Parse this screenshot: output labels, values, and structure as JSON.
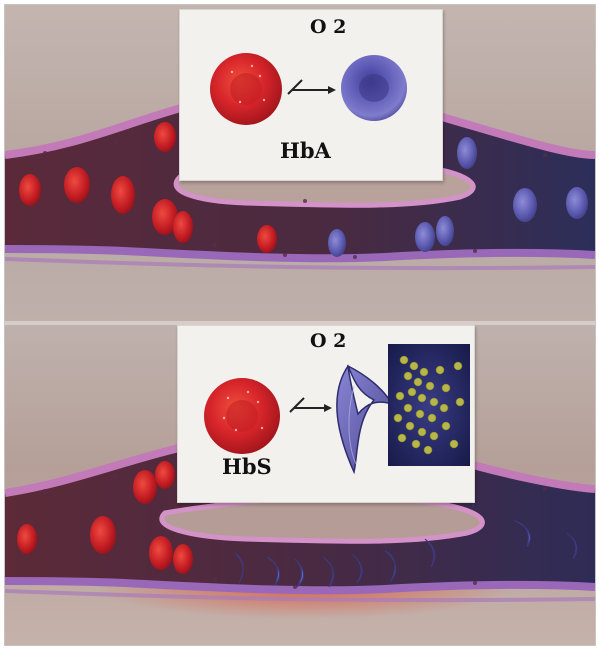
{
  "panels": {
    "normal": {
      "oxygen_label": "O 2",
      "hemoglobin_label": "HbA"
    },
    "sickle": {
      "oxygen_label": "O 2",
      "hemoglobin_label": "HbS"
    }
  },
  "colors": {
    "oxygenated_cell": "#d8262b",
    "deoxygenated_cell": "#6a66b8",
    "vessel_wall": "#c37ab8",
    "background": "#b8aaa5",
    "polymer_fibers": "#b8b64a"
  }
}
